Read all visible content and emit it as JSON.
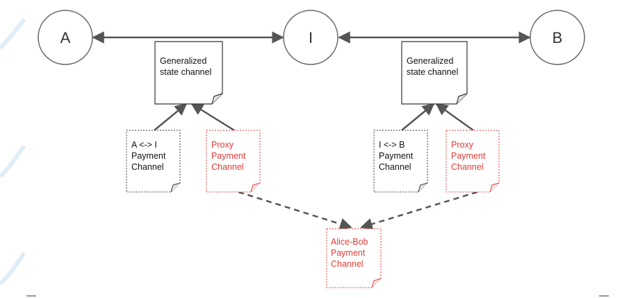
{
  "nodes": {
    "a": "A",
    "i": "I",
    "b": "B"
  },
  "documents": {
    "gen_left": [
      "Generalized",
      "state channel"
    ],
    "gen_right": [
      "Generalized",
      "state channel"
    ],
    "ai_channel": [
      "A <-> I",
      "Payment",
      "Channel"
    ],
    "proxy_left": [
      "Proxy",
      "Payment",
      "Channel"
    ],
    "ib_channel": [
      "I <-> B",
      "Payment",
      "Channel"
    ],
    "proxy_right": [
      "Proxy",
      "Payment",
      "Channel"
    ],
    "alice_bob": [
      "Alice-Bob",
      "Payment",
      "Channel"
    ]
  },
  "colors": {
    "node_stroke": "#666666",
    "arrow": "#555555",
    "doc_stroke_black": "#333333",
    "doc_stroke_red": "#e53935",
    "text_black": "#111111",
    "text_red": "#e53935"
  }
}
